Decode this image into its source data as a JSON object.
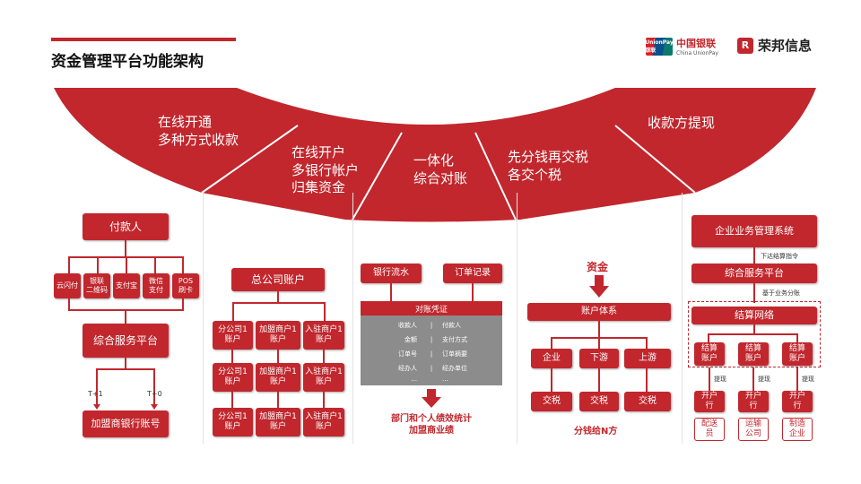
{
  "header": {
    "title": "资金管理平台功能架构",
    "logos": {
      "unionpay_badge": "UnionPay 银联",
      "unionpay_cn": "中国银联",
      "unionpay_en": "China UnionPay",
      "rongbang_icon": "R",
      "rongbang": "荣邦信息"
    }
  },
  "banner": {
    "seg1": [
      "在线开通",
      "多种方式收款"
    ],
    "seg2": [
      "在线开户",
      "多银行帐户",
      "归集资金"
    ],
    "seg3": [
      "一体化",
      "综合对账"
    ],
    "seg4": [
      "先分钱再交税",
      "各交个税"
    ],
    "seg5": [
      "收款方提现"
    ]
  },
  "col1": {
    "payer": "付款人",
    "methods": [
      "云闪付",
      "银联\n二维码",
      "支付宝",
      "微信\n支付",
      "POS\n刷卡"
    ],
    "platform": "综合服务平台",
    "t1": "T+1",
    "t0": "T+0",
    "account": "加盟商银行账号"
  },
  "col2": {
    "hq": "总公司账户",
    "rows": [
      [
        "分公司1\n账户",
        "加盟商户1\n账户",
        "入驻商户1\n账户"
      ],
      [
        "分公司1\n账户",
        "加盟商户1\n账户",
        "入驻商户1\n账户"
      ],
      [
        "分公司1\n账户",
        "加盟商户1\n账户",
        "入驻商户1\n账户"
      ]
    ]
  },
  "col3": {
    "bank_flow": "银行流水",
    "order_record": "订单记录",
    "voucher": "对账凭证",
    "rows": [
      [
        "收款人",
        "|",
        "付款人"
      ],
      [
        "金额",
        "|",
        "支付方式"
      ],
      [
        "订单号",
        "|",
        "订单摘要"
      ],
      [
        "经办人",
        "|",
        "经办单位"
      ],
      [
        "...",
        "",
        "..."
      ]
    ],
    "footer": [
      "部门和个人绩效统计",
      "加盟商业绩"
    ]
  },
  "col4": {
    "funds": "资金",
    "account_system": "账户体系",
    "nodes": [
      "企业",
      "下游",
      "上游"
    ],
    "tax": [
      "交税",
      "交税",
      "交税"
    ],
    "footer": "分钱给N方"
  },
  "col5": {
    "erp": "企业业务管理系统",
    "instr": "下达结算指令",
    "platform": "综合服务平台",
    "split": "基于业务分账",
    "network": "结算网络",
    "accounts": [
      "结算\n账户",
      "结算\n账户",
      "结算\n账户"
    ],
    "withdraw": [
      "提现",
      "提现",
      "提现"
    ],
    "banks": [
      "开户\n行",
      "开户\n行",
      "开户\n行"
    ],
    "parties": [
      "配送\n员",
      "运输\n公司",
      "制造\n企业"
    ]
  },
  "colors": {
    "accent": "#c1272d",
    "ledger": "#8c8c8c"
  }
}
